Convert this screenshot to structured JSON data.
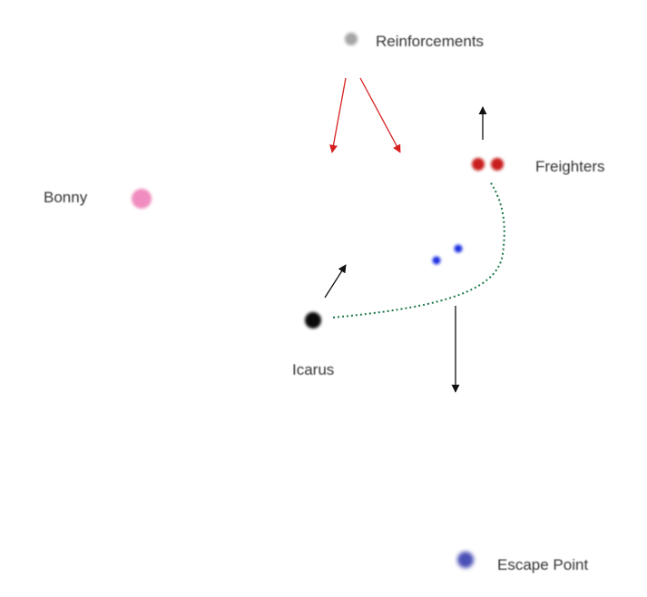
{
  "labels": {
    "reinforcements": "Reinforcements",
    "freighters": "Freighters",
    "bonny": "Bonny",
    "icarus": "Icarus",
    "escape_point": "Escape Point"
  },
  "colors": {
    "reinforcements": "#a6a6a6",
    "freighters": "#c81e1e",
    "bonny": "#f08cbf",
    "icarus": "#0a0a0a",
    "escape_point": "#4a4fb5",
    "escorts": "#1a2de0",
    "arrow_red": "#d62020",
    "arrow_black": "#111111",
    "path_green": "#1e7a4a"
  }
}
